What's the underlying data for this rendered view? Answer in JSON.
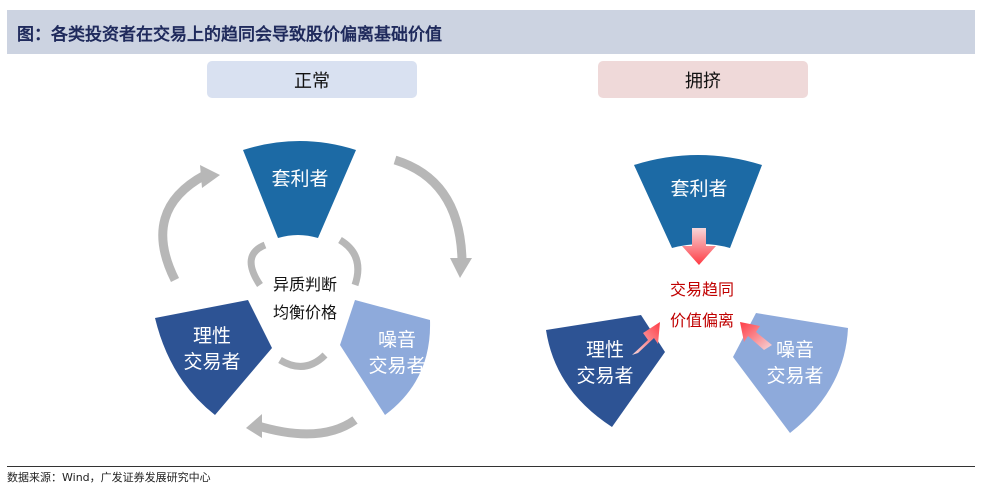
{
  "title": "图：各类投资者在交易上的趋同会导致股价偏离基础价值",
  "normal": {
    "label": "正常",
    "arbitrageur": "套利者",
    "rational": [
      "理性",
      "交易者"
    ],
    "noise": [
      "噪音",
      "交易者"
    ],
    "center": [
      "异质判断",
      "均衡价格"
    ]
  },
  "crowded": {
    "label": "拥挤",
    "arbitrageur": "套利者",
    "rational": [
      "理性",
      "交易者"
    ],
    "noise": [
      "噪音",
      "交易者"
    ],
    "center": [
      "交易趋同",
      "价值偏离"
    ]
  },
  "footer": "数据来源：Wind，广发证券发展研究中心",
  "colors": {
    "arb": "#1c6aa5",
    "rational": "#2d5394",
    "noise": "#8eaadb",
    "highlight": "#c00000"
  }
}
